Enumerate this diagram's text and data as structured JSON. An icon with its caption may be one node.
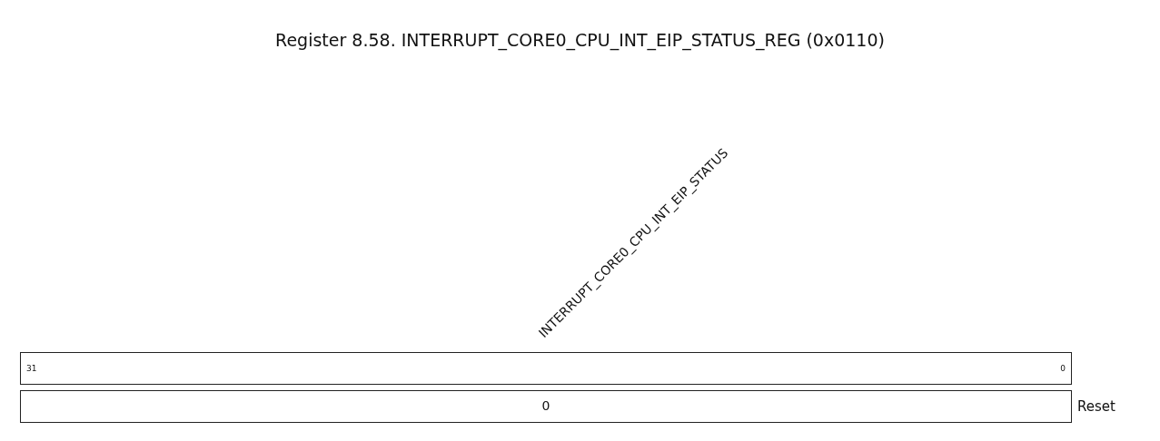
{
  "diagram": {
    "title": "Register 8.58. INTERRUPT_CORE0_CPU_INT_EIP_STATUS_REG (0x0110)",
    "nodes": [
      {
        "text": [
          "INTERRUPT_CORE0_CPU_INT_EIP_STATUS",
          "31",
          "0"
        ]
      },
      {
        "text": [
          "0"
        ],
        "beside": [
          "Reset"
        ]
      }
    ]
  }
}
